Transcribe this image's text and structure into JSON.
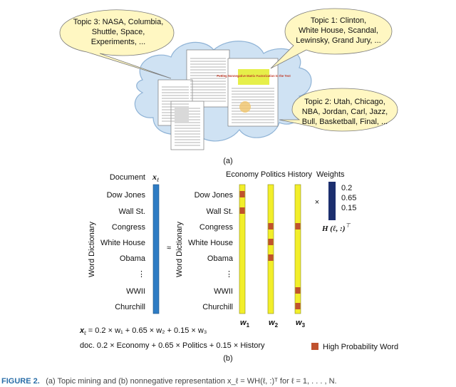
{
  "colors": {
    "cloud": "#cfe2f3",
    "cloud_stroke": "#8fb3d6",
    "bubble": "#fff7c2",
    "doc_vector": "#2e7cc4",
    "topic_vector": "#f2ee2a",
    "topic_stroke": "#8a8a1a",
    "high_prob": "#c0522e",
    "weights": "#1c2f6e",
    "caption_label": "#2a6ea8"
  },
  "bubbles": [
    {
      "lines": [
        "Topic 3: NASA, Columbia,",
        "Shuttle, Space,",
        "Experiments, ..."
      ]
    },
    {
      "lines": [
        "Topic 1: Clinton,",
        "White House, Scandal,",
        "Lewinsky, Grand Jury, ..."
      ]
    },
    {
      "lines": [
        "Topic 2: Utah, Chicago,",
        "NBA, Jordan, Carl, Jazz,",
        "Bull, Basketball, Final, ..."
      ]
    }
  ],
  "paper_thumb_title": "Putting Nonnegative Matrix Factorization to the Test",
  "label_a": "(a)",
  "label_b": "(b)",
  "header_document": "Document",
  "header_x": "x",
  "header_x_sub": "ℓ",
  "topics_header": "Economy Politics History",
  "weights_header": "Weights",
  "dictionary_label": "Word Dictionary",
  "approx_symbol": "≈",
  "times_symbol": "×",
  "words": [
    "Dow Jones",
    "Wall St.",
    "Congress",
    "White House",
    "Obama",
    "⋮",
    "WWII",
    "Churchill"
  ],
  "topic_vectors": [
    {
      "label": "w",
      "sub": "1",
      "high_rows": [
        0,
        1
      ]
    },
    {
      "label": "w",
      "sub": "2",
      "high_rows": [
        2,
        3,
        4
      ]
    },
    {
      "label": "w",
      "sub": "3",
      "high_rows": [
        2,
        6,
        7
      ]
    }
  ],
  "weights": [
    "0.2",
    "0.65",
    "0.15"
  ],
  "weights_label": "H (ℓ, :)",
  "weights_label_sup": "⊤",
  "equation1": {
    "lhs": "x",
    "lhs_sub": "ℓ",
    "rhs": " = 0.2 × w₁ + 0.65 × w₂ + 0.15 × w₃"
  },
  "equation2": "doc.   0.2 × Economy + 0.65 × Politics + 0.15 × History",
  "legend_high": "High Probability Word",
  "caption_label": "FIGURE 2.",
  "caption_text": "(a) Topic mining and (b) nonnegative representation  x_ℓ = WH(ℓ, :)ᵀ  for  ℓ = 1, . . . , N."
}
